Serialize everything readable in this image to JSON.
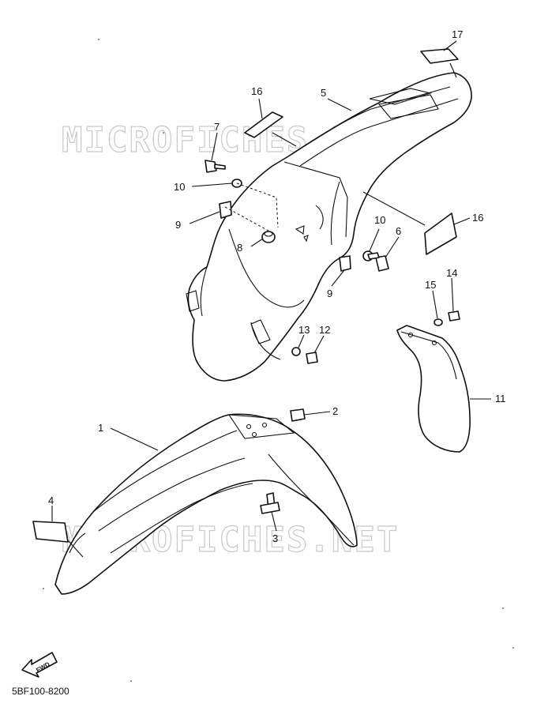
{
  "watermark": "MICROFICHES.NET",
  "diagram_code": "5BF100-8200",
  "fwd_label": "FWD",
  "callouts": [
    "1",
    "2",
    "3",
    "4",
    "5",
    "6",
    "7",
    "8",
    "9",
    "9",
    "10",
    "10",
    "11",
    "12",
    "13",
    "14",
    "15",
    "16",
    "16",
    "17"
  ]
}
